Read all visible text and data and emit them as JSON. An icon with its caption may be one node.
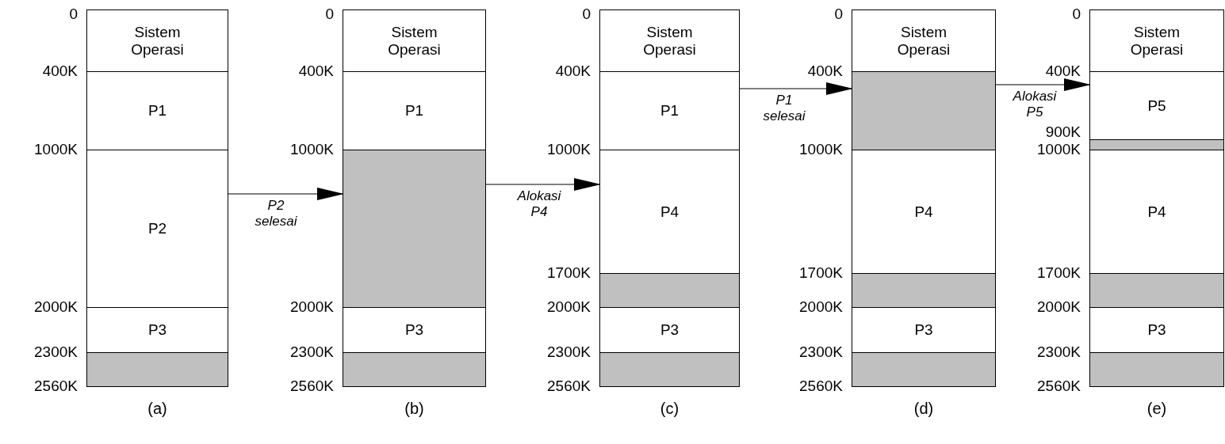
{
  "diagram": {
    "nodes": [
      {
        "text": [],
        "shape": "bar",
        "beside": [
          "(a)"
        ]
      },
      {
        "text": [
          "Sistem Operasi"
        ],
        "in": 0
      },
      {
        "text": [
          "P1"
        ],
        "in": 0
      },
      {
        "text": [
          "P2"
        ],
        "in": 0
      },
      {
        "text": [
          "P3"
        ],
        "in": 0
      },
      {
        "text": [],
        "shape": "box",
        "in": 0
      },
      {
        "text": [],
        "shape": "bar",
        "beside": [
          "(b)"
        ]
      },
      {
        "text": [
          "Sistem Operasi"
        ],
        "in": 6
      },
      {
        "text": [
          "P1"
        ],
        "in": 6
      },
      {
        "text": [],
        "shape": "box",
        "in": 6
      },
      {
        "text": [
          "P3"
        ],
        "in": 6
      },
      {
        "text": [],
        "shape": "box",
        "in": 6
      },
      {
        "text": [],
        "shape": "bar",
        "beside": [
          "(c)"
        ]
      },
      {
        "text": [
          "Sistem Operasi"
        ],
        "in": 12
      },
      {
        "text": [
          "P1"
        ],
        "in": 12
      },
      {
        "text": [
          "P4"
        ],
        "in": 12
      },
      {
        "text": [],
        "shape": "box",
        "in": 12
      },
      {
        "text": [
          "P3"
        ],
        "in": 12
      },
      {
        "text": [],
        "shape": "box",
        "in": 12
      },
      {
        "text": [],
        "shape": "bar",
        "beside": [
          "(d)"
        ]
      },
      {
        "text": [
          "Sistem Operasi"
        ],
        "in": 19
      },
      {
        "text": [],
        "shape": "box",
        "in": 19
      },
      {
        "text": [
          "P4"
        ],
        "in": 19
      },
      {
        "text": [],
        "shape": "box",
        "in": 19
      },
      {
        "text": [
          "P3"
        ],
        "in": 19
      },
      {
        "text": [],
        "shape": "box",
        "in": 19
      },
      {
        "text": [],
        "shape": "bar",
        "beside": [
          "(e)"
        ]
      },
      {
        "text": [
          "Sistem Operasi"
        ],
        "in": 26
      },
      {
        "text": [
          "P5"
        ],
        "in": 26
      },
      {
        "text": [],
        "shape": "box",
        "in": 26
      },
      {
        "text": [
          "P4"
        ],
        "in": 26
      },
      {
        "text": [],
        "shape": "box",
        "in": 26
      },
      {
        "text": [
          "P3"
        ],
        "in": 26
      },
      {
        "text": [],
        "shape": "box",
        "in": 26
      }
    ],
    "edges": [
      {
        "from": 0,
        "to": 9,
        "arrow": "to",
        "label": "P2 selesai"
      },
      {
        "from": 6,
        "to": 15,
        "arrow": "to",
        "label": "Alokasi P4"
      },
      {
        "from": 12,
        "to": 21,
        "arrow": "to",
        "label": "P1 selesai"
      },
      {
        "from": 19,
        "to": 28,
        "arrow": "to",
        "label": "Alokasi P5"
      }
    ],
    "labels": [
      "0",
      "400K",
      "1000K",
      "2000K",
      "2300K",
      "2560K",
      "0",
      "400K",
      "1000K",
      "2000K",
      "2300K",
      "2560K",
      "0",
      "400K",
      "1000K",
      "1700K",
      "2000K",
      "2300K",
      "2560K",
      "0",
      "400K",
      "1000K",
      "1700K",
      "2000K",
      "2300K",
      "2560K",
      "0",
      "400K",
      "900K",
      "1000K",
      "1700K",
      "2000K",
      "2300K",
      "2560K"
    ]
  }
}
